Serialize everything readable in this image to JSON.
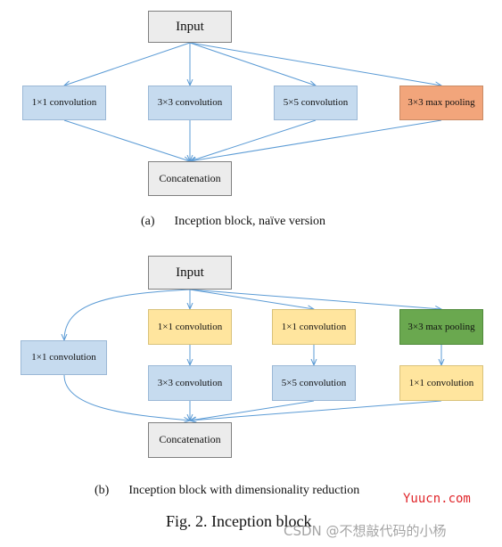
{
  "diagram_a": {
    "input": "Input",
    "conv1": "1×1 convolution",
    "conv3": "3×3 convolution",
    "conv5": "5×5 convolution",
    "pool": "3×3 max pooling",
    "concat": "Concatenation",
    "caption_label": "(a)",
    "caption_text": "Inception block, naïve version"
  },
  "diagram_b": {
    "input": "Input",
    "side_conv1": "1×1 convolution",
    "reduce_a": "1×1 convolution",
    "reduce_b": "1×1 convolution",
    "pool": "3×3 max pooling",
    "conv3": "3×3 convolution",
    "conv5": "5×5 convolution",
    "pool_proj": "1×1 convolution",
    "concat": "Concatenation",
    "caption_label": "(b)",
    "caption_text": "Inception block with dimensionality reduction"
  },
  "figure_title": "Fig. 2. Inception block",
  "watermarks": {
    "site": "Yuucn.com",
    "author": "CSDN @不想敲代码的小杨"
  },
  "colors": {
    "edge": "#5b9bd5",
    "box_gray": "#ececec",
    "box_blue": "#c6dbef",
    "box_orange": "#f2a57b",
    "box_yellow": "#ffe59e",
    "box_green": "#6aa84f"
  }
}
